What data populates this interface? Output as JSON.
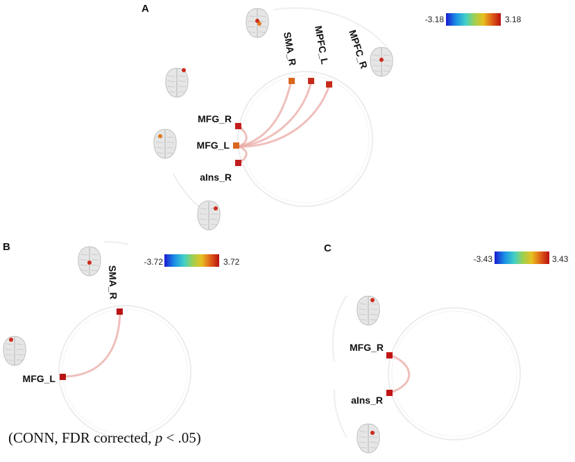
{
  "panels": [
    {
      "letter": "A",
      "colorbar": {
        "min": "-3.18",
        "max": "3.18"
      },
      "rois": [
        {
          "label": "SMA_R",
          "color": "#d9681e"
        },
        {
          "label": "MPFC_L",
          "color": "#c62a1a"
        },
        {
          "label": "MPFC_R",
          "color": "#c62a1a"
        },
        {
          "label": "MFG_R",
          "color": "#c21e1e"
        },
        {
          "label": "MFG_L",
          "color": "#d9681e"
        },
        {
          "label": "aIns_R",
          "color": "#c21e1e"
        }
      ]
    },
    {
      "letter": "B",
      "colorbar": {
        "min": "-3.72",
        "max": "3.72"
      },
      "rois": [
        {
          "label": "SMA_R",
          "color": "#b81414"
        },
        {
          "label": "MFG_L",
          "color": "#b81414"
        }
      ]
    },
    {
      "letter": "C",
      "colorbar": {
        "min": "-3.43",
        "max": "3.43"
      },
      "rois": [
        {
          "label": "MFG_R",
          "color": "#c21414"
        },
        {
          "label": "aIns_R",
          "color": "#c21414"
        }
      ]
    }
  ],
  "colorbar_gradient": [
    "#1a1ad0",
    "#1a8ee6",
    "#40d0c8",
    "#9ed050",
    "#e8c020",
    "#e06018",
    "#b81010"
  ],
  "connection_color": "#e9a9a4",
  "footnote": {
    "prefix": "(CONN, FDR corrected, ",
    "italic": "p",
    "suffix": " < .05)"
  }
}
